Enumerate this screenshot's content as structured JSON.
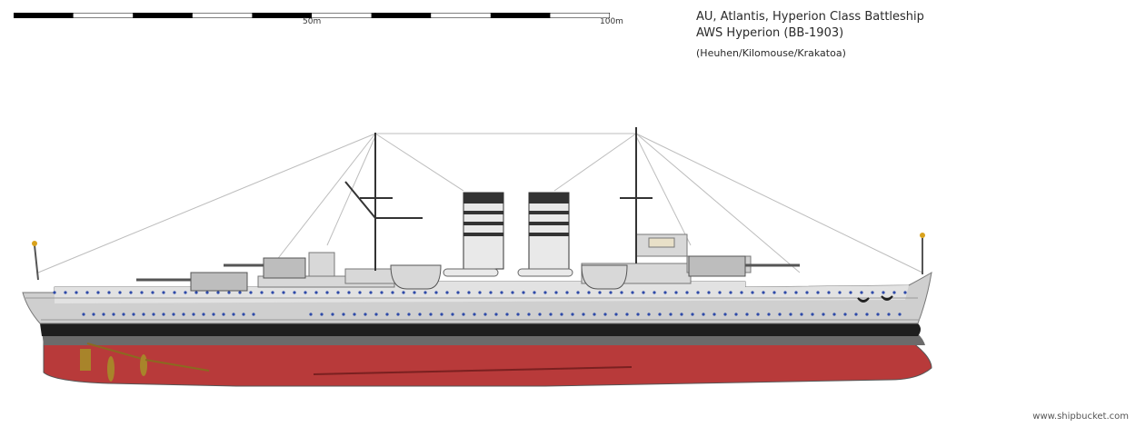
{
  "scale": {
    "label_mid": "50m",
    "label_end": "100m"
  },
  "title": {
    "line1": "AU, Atlantis, Hyperion Class Battleship",
    "line2": "AWS Hyperion (BB-1903)",
    "credits": "(Heuhen/Kilomouse/Krakatoa)"
  },
  "watermark": "www.shipbucket.com",
  "colors": {
    "hull_grey": "#c9c9c9",
    "hull_light": "#e3e3e3",
    "boot_black": "#1e1e1e",
    "boot_grey": "#6b6b6b",
    "bottom_red": "#b83a3a",
    "porthole_blue": "#2e4aa8",
    "brass": "#a8842a"
  }
}
